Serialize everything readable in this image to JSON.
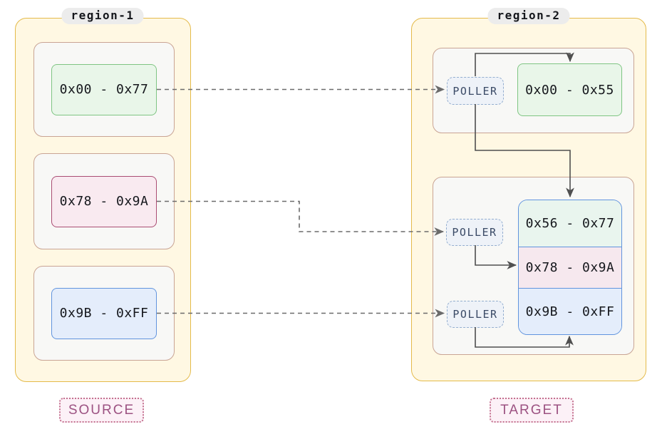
{
  "regions": [
    {
      "label": "region-1",
      "tag": "SOURCE"
    },
    {
      "label": "region-2",
      "tag": "TARGET"
    }
  ],
  "source": {
    "blocks": [
      {
        "label": "0x00 - 0x77",
        "color": "green"
      },
      {
        "label": "0x78 - 0x9A",
        "color": "pink"
      },
      {
        "label": "0x9B - 0xFF",
        "color": "blue"
      }
    ]
  },
  "target": {
    "poller_label": "POLLER",
    "top_block": {
      "label": "0x00 - 0x55",
      "color": "green"
    },
    "stack": [
      {
        "label": "0x56 - 0x77",
        "color": "green"
      },
      {
        "label": "0x78 - 0x9A",
        "color": "pink"
      },
      {
        "label": "0x9B - 0xFF",
        "color": "blue"
      }
    ]
  },
  "edges": [
    {
      "from": "0x00 - 0x77",
      "to": "poller-1",
      "style": "dashed"
    },
    {
      "from": "0x78 - 0x9A",
      "to": "poller-2",
      "style": "dashed"
    },
    {
      "from": "0x9B - 0xFF",
      "to": "poller-3",
      "style": "dashed"
    },
    {
      "from": "poller-1",
      "to": "0x00 - 0x55",
      "style": "solid"
    },
    {
      "from": "poller-1",
      "to": "0x56 - 0x77",
      "style": "solid"
    },
    {
      "from": "poller-2",
      "to": "0x78 - 0x9A",
      "style": "solid"
    },
    {
      "from": "poller-3",
      "to": "0x9B - 0xFF",
      "style": "solid"
    }
  ],
  "colors": {
    "region_fill": "#fff8e3",
    "region_border": "#e4ba4a",
    "group_fill": "#f8f8f6",
    "group_border": "#c9a494",
    "green_fill": "#e9f6e9",
    "green_border": "#7fc583",
    "pink_fill": "#f9eaf0",
    "pink_border": "#aa4d73",
    "blue_fill": "#e4edfb",
    "blue_border": "#6194de",
    "poller_fill": "#eef2f8",
    "poller_border": "#94aecf",
    "poller_text": "#3a4a66",
    "tag_fill": "#fcf1f7",
    "tag_border": "#c4718f",
    "tag_text": "#9c5282",
    "label_pill": "#ececec",
    "text": "#15171c",
    "dashed_line": "#6b6b6b",
    "solid_line": "#4f4f4f"
  }
}
